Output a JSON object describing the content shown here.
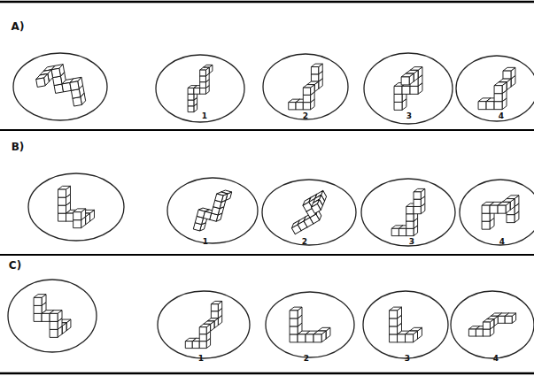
{
  "diagram": {
    "labels": [
      "A)",
      "1",
      "2",
      "3",
      "4",
      "B)",
      "1",
      "2",
      "3",
      "4",
      "C)",
      "1",
      "2",
      "3",
      "4"
    ]
  }
}
